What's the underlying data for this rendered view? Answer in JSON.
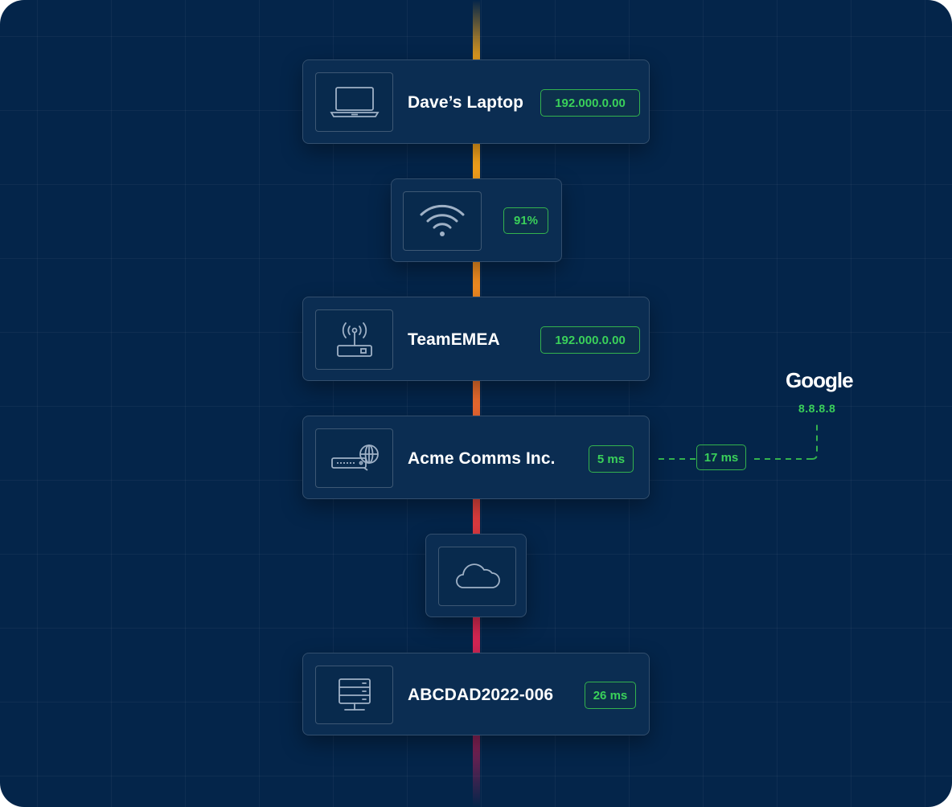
{
  "nodes": {
    "laptop": {
      "title": "Dave’s Laptop",
      "badge": "192.000.0.00",
      "icon": "laptop-icon"
    },
    "wifi": {
      "badge": "91%",
      "icon": "wifi-icon"
    },
    "router": {
      "title": "TeamEMEA",
      "badge": "192.000.0.00",
      "icon": "router-icon"
    },
    "isp": {
      "title": "Acme Comms Inc.",
      "badge": "5 ms",
      "icon": "isp-modem-globe-icon"
    },
    "cloud": {
      "icon": "cloud-icon"
    },
    "server": {
      "title": "ABCDAD2022-006",
      "badge": "26 ms",
      "icon": "server-icon"
    }
  },
  "external": {
    "name": "Google",
    "ip": "8.8.8.8",
    "latency": "17 ms"
  },
  "colors": {
    "background": "#04254a",
    "card": "#0b2d52",
    "badge_green": "#3ad15a",
    "spine_top": "#f2a11c",
    "spine_bottom": "#d62655"
  }
}
